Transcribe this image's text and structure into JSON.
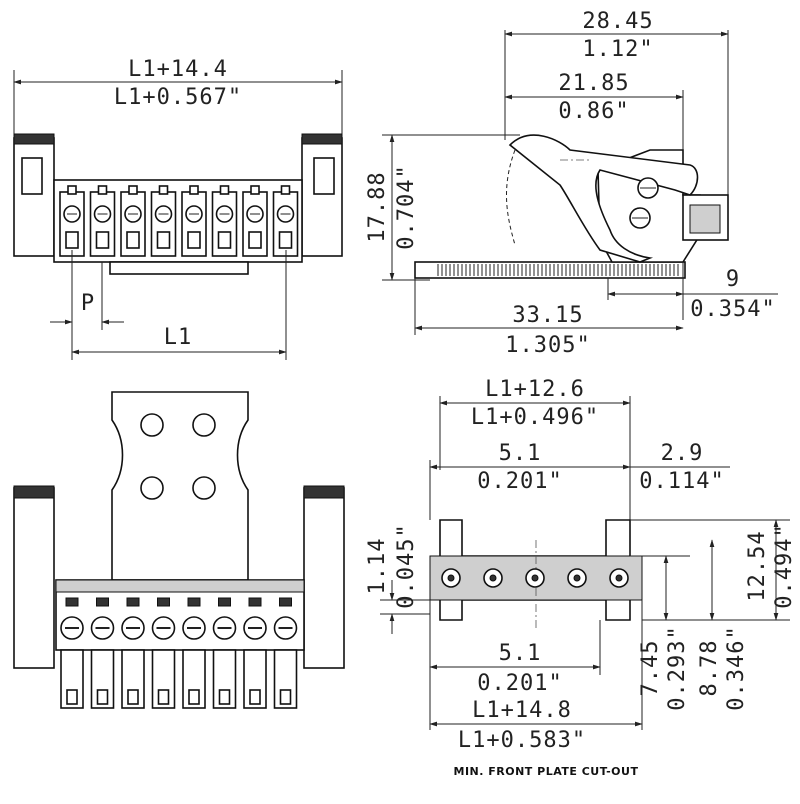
{
  "views": {
    "front_top": {
      "overall_top": "L1+14.4",
      "overall_bottom": "L1+0.567\"",
      "pitch": "P",
      "length": "L1",
      "pole_count": 8
    },
    "side": {
      "width_top": "28.45",
      "width_bottom": "1.12\"",
      "inner_top": "21.85",
      "inner_bottom": "0.86\"",
      "height_top": "17.88",
      "height_bottom": "0.704\"",
      "base_top": "33.15",
      "base_bottom": "1.305\"",
      "offset_top": "9",
      "offset_bottom": "0.354\""
    },
    "cutout": {
      "width_top": "L1+12.6",
      "width_bottom": "L1+0.496\"",
      "left_top": "5.1",
      "left_bottom": "0.201\"",
      "right_top": "2.9",
      "right_bottom": "0.114\"",
      "lower_left_top": "5.1",
      "lower_left_bottom": "0.201\"",
      "overall_top": "L1+14.8",
      "overall_bottom": "L1+0.583\"",
      "small_h_top": "1.14",
      "small_h_bottom": "0.045\"",
      "h1_top": "7.45",
      "h1_bottom": "0.293\"",
      "h2_top": "8.78",
      "h2_bottom": "0.346\"",
      "h3_top": "12.54",
      "h3_bottom": "0.494\"",
      "caption": "MIN. FRONT PLATE CUT-OUT"
    }
  }
}
